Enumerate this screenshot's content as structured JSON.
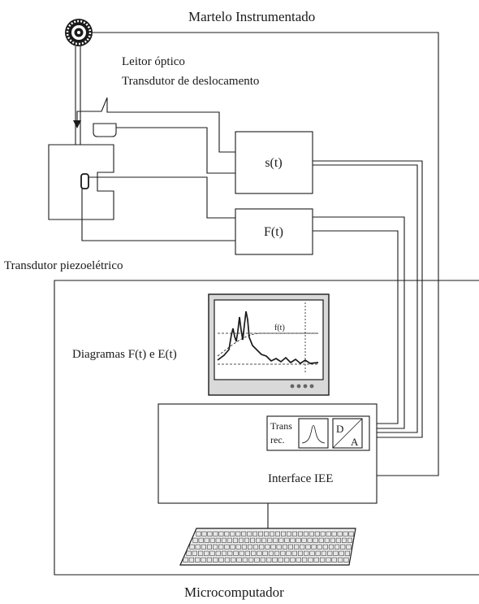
{
  "labels": {
    "hammer": "Martelo Instrumentado",
    "optical_reader": "Leitor óptico",
    "displacement_transducer": "Transdutor de deslocamento",
    "displacement_signal": "s(t)",
    "force_signal": "F(t)",
    "piezo_transducer": "Transdutor piezoelétrico",
    "diagrams": "Diagramas F(t) e E(t)",
    "curve_label": "f(t)",
    "trans_line1": "Trans",
    "trans_line2": "rec.",
    "da_d": "D",
    "da_a": "A",
    "interface": "Interface IEE",
    "microcomputer": "Microcomputador"
  },
  "colors": {
    "line": "#1a1a1a",
    "background": "#ffffff",
    "monitor_bezel": "#d9d9d9",
    "keyboard_key": "#e6e6e6"
  }
}
